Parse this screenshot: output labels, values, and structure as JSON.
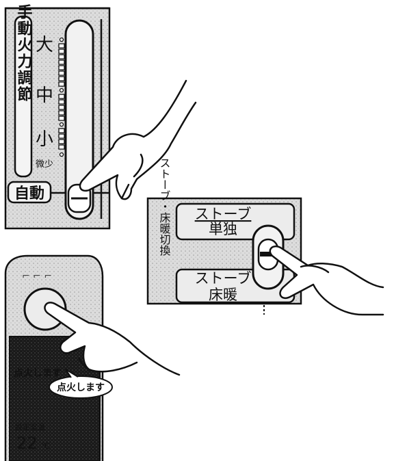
{
  "heat_control": {
    "manual_label": "手動火力調節",
    "levels": [
      "大",
      "中",
      "小",
      "微少"
    ],
    "auto_label": "自動"
  },
  "mode_switch": {
    "side_label": "ストーブ・床暖切換",
    "option_1": {
      "line1": "ストーブ",
      "line2": "単独"
    },
    "option_2": {
      "line1": "ストーブ",
      "line2": "床暖"
    }
  },
  "remote": {
    "display_text": "点火します",
    "bubble_text": "点火します",
    "setting_label": "設定室温",
    "temperature": "22",
    "temperature_unit": "℃"
  }
}
